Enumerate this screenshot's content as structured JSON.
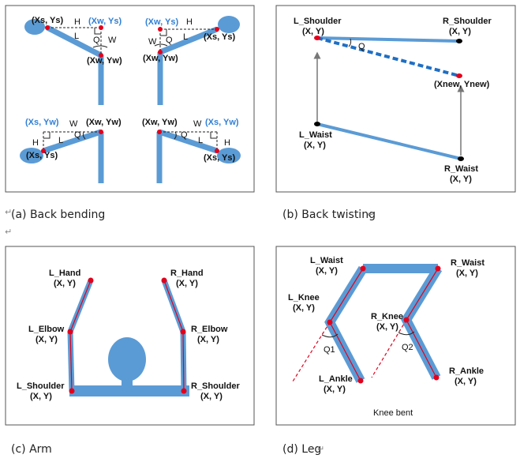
{
  "panel_a": {
    "caption": "(a) Back bending",
    "coord_sys": "(Xs, Ys)",
    "coord_wys": "(Xw, Ys)",
    "coord_wyw": "(Xw, Yw)",
    "coord_syw": "(Xs, Yw)",
    "H": "H",
    "L": "L",
    "W": "W",
    "Q": "Q"
  },
  "panel_b": {
    "caption": "(b) Back twisting",
    "l_shoulder": "L_Shoulder",
    "r_shoulder": "R_Shoulder",
    "l_waist": "L_Waist",
    "r_waist": "R_Waist",
    "xy": "(X, Y)",
    "new": "(Xnew, Ynew)",
    "Q": "Q"
  },
  "panel_c": {
    "caption": "(c) Arm",
    "l_hand": "L_Hand",
    "r_hand": "R_Hand",
    "l_elbow": "L_Elbow",
    "r_elbow": "R_Elbow",
    "l_shoulder": "L_Shoulder",
    "r_shoulder": "R_Shoulder",
    "xy": "(X, Y)"
  },
  "panel_d": {
    "caption": "(d) Leg",
    "l_waist": "L_Waist",
    "r_waist": "R_Waist",
    "l_knee": "L_Knee",
    "r_knee": "R_Knee",
    "l_ankle": "L_Ankle",
    "r_ankle": "R_Ankle",
    "xy": "(X, Y)",
    "q1": "Q1",
    "q2": "Q2",
    "knee_bent": "Knee bent"
  },
  "marks": {
    "return": "↵",
    "arrow_mark": "↵"
  },
  "colors": {
    "limb": "#5b9bd5",
    "joint": "#e3001b",
    "blue_text": "#2f7fd6"
  }
}
